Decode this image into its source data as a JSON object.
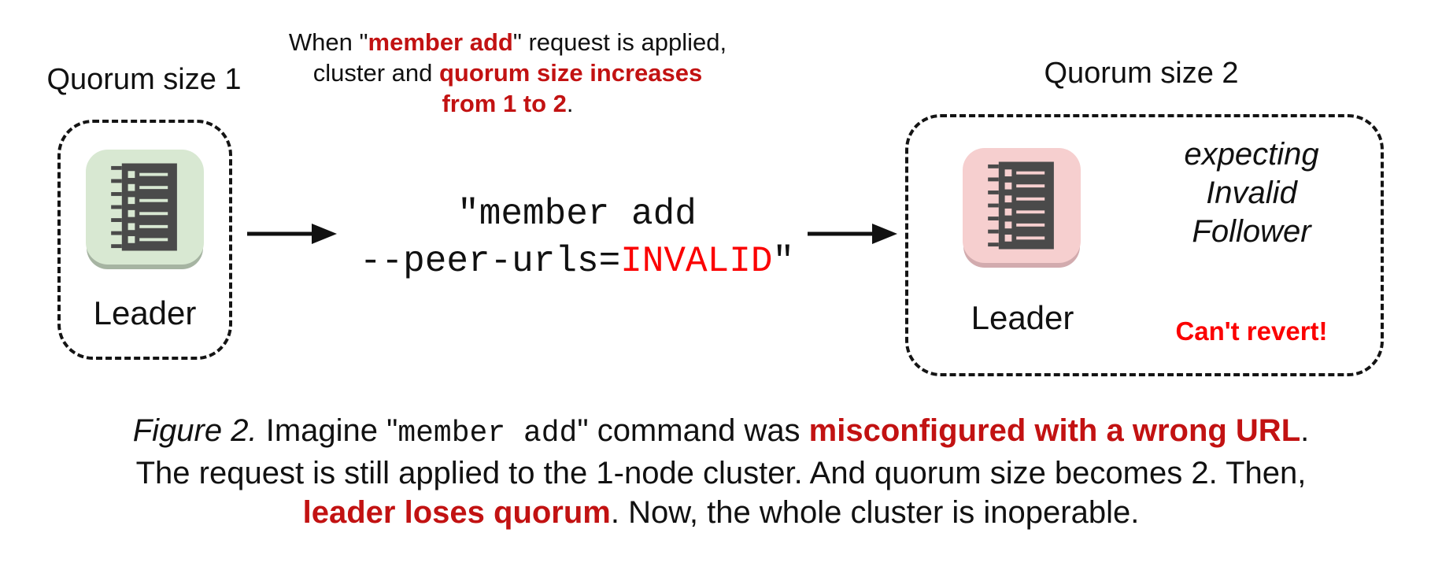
{
  "diagram": {
    "left_group": {
      "title": "Quorum size 1",
      "node_label": "Leader",
      "node_color": "#d8e8d2",
      "node_shadow_color": "#a6b4a2"
    },
    "annotation": {
      "line1_prefix": "When \"",
      "line1_red": "member add",
      "line1_suffix": "\" request is applied,",
      "line2_prefix": "cluster and ",
      "line2_red": "quorum size increases",
      "line3_red": "from 1 to 2",
      "line3_suffix": "."
    },
    "command": {
      "line1": "\"member add",
      "line2_prefix": "--peer-urls=",
      "line2_red": "INVALID",
      "line2_suffix": "\""
    },
    "right_group": {
      "title": "Quorum size 2",
      "node_label": "Leader",
      "node_color": "#f6cfcf",
      "node_shadow_color": "#d2abae",
      "expecting_line1": "expecting",
      "expecting_line2": "Invalid",
      "expecting_line3": "Follower",
      "warning": "Can't revert!"
    }
  },
  "caption": {
    "figure_label": "Figure 2.",
    "line1_pre": " Imagine \"",
    "line1_code": "member add",
    "line1_mid": "\" command was ",
    "line1_red": "misconfigured with a wrong URL",
    "line1_end": ".",
    "line2": "The request is still applied to the 1-node cluster. And quorum size becomes 2. Then,",
    "line3_red": "leader loses quorum",
    "line3_rest": ". Now, the whole cluster is inoperable."
  },
  "colors": {
    "red_bold_text": "#c21212",
    "red_bright_text": "#fb0000",
    "body_text": "#111111",
    "node_icon_glyph": "#4a4a4a"
  }
}
